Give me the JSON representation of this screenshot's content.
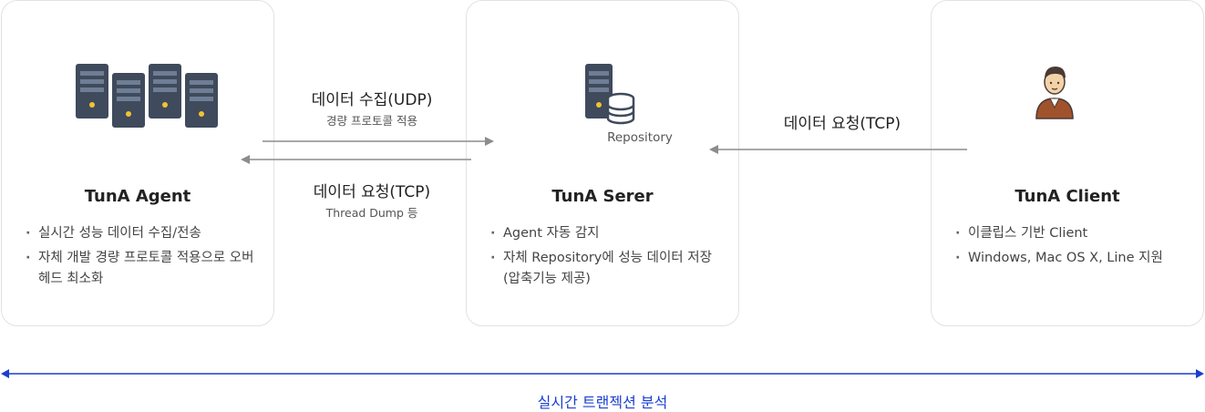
{
  "agent": {
    "title": "TunA Agent",
    "features": [
      "실시간 성능 데이터 수집/전송",
      "자체 개발 경량 프로토콜 적용으로 오버헤드 최소화"
    ]
  },
  "server": {
    "title": "TunA Serer",
    "repository_label": "Repository",
    "features": [
      "Agent 자동 감지",
      "자체 Repository에 성능 데이터 저장(압축기능 제공)"
    ]
  },
  "client": {
    "title": "TunA Client",
    "features": [
      "이클립스 기반 Client",
      "Windows, Mac OS X, Line 지원"
    ]
  },
  "flows": {
    "udp": {
      "main": "데이터 수집(UDP)",
      "sub": "경량 프로토콜 적용"
    },
    "tcp_agent": {
      "main": "데이터 요청(TCP)",
      "sub": "Thread Dump 등"
    },
    "tcp_client": {
      "main": "데이터 요청(TCP)"
    }
  },
  "timeline": {
    "label": "실시간 트랜젝션 분석"
  },
  "colors": {
    "arrow": "#8c8c8c",
    "timeline": "#1a3fd0",
    "server_dark": "#3f4a5c",
    "server_light": "#6f7e95",
    "led": "#f2c230",
    "person_shirt": "#a0522d",
    "person_skin": "#f4d2a8",
    "person_hair": "#4a3a33"
  },
  "icons": [
    "server-rack-icon",
    "database-icon",
    "user-icon"
  ]
}
